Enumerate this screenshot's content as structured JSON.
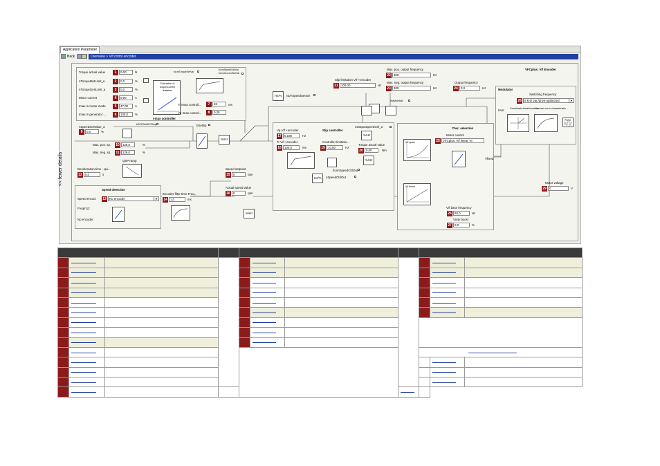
{
  "window": {
    "tab_title": "Application Parameter",
    "back_label": "Back",
    "address": "Overview > V/f cotrol encoder",
    "side_toggle": "<< fewer details",
    "title": "VFCplus: V/f Encoder"
  },
  "imax": {
    "title": "I-max controller",
    "rows": [
      {
        "label": "Torque actual value",
        "num": "1",
        "value": "0,00",
        "unit": "N"
      },
      {
        "label": "nTorqueMotLimit_a",
        "num": "2",
        "value": "0,0",
        "unit": "%"
      },
      {
        "label": "nTorqueGenLimit_a",
        "num": "3",
        "value": "0,0",
        "unit": "%"
      },
      {
        "label": "Motor current",
        "num": "4",
        "value": "0,00",
        "unit": "A"
      },
      {
        "label": "Imax in motor mode",
        "num": "5",
        "value": "47,00",
        "unit": "A"
      },
      {
        "label": "Imax in generator ...",
        "num": "6",
        "value": "100,0",
        "unit": "%"
      }
    ],
    "eval_box": "Evaluation of torque/current limitation",
    "sig_torque": "bLimTorqueSetVal",
    "sig_speed": "bLimSpeedSetVal",
    "sig_current": "bLimCurrentSetVal",
    "tr_label": "Tr Imax controll...",
    "tr_num": "7",
    "tr_value": "65",
    "tr_unit": "ms",
    "vp_label": "Vp Imax control...",
    "vp_num": "8",
    "vp_value": "0,25"
  },
  "speed_setpoint": {
    "sig_in": "nSpeedSetValue_a",
    "num": "9",
    "value": "0,0",
    "unit": "%",
    "sig_inhibit": "bRFG0/bRFGStop",
    "sig_reset": "bSetBp",
    "max_pos_label": "Max. pos. sp.",
    "max_pos_num": "10",
    "max_pos_value": "129,0",
    "max_neg_label": "Max. neg. sp.",
    "max_neg_num": "11",
    "max_neg_value": "129,0",
    "unit_pct": "%",
    "qsp_label": "QSP ramp",
    "decel_label": "Deceleration time - qui...",
    "decel_num": "12",
    "decel_value": "5,0",
    "decel_unit": "s"
  },
  "speed_detection": {
    "title": "Speed detection",
    "encod_label": "Speed encod.",
    "encod_num": "13",
    "encod_value": "No encoder",
    "freq_label": "FreqIn12",
    "no_enc_label": "No encoder",
    "filter_label": "Encoder filter time Freq...",
    "filter_num": "14",
    "filter_value": "1,0",
    "filter_unit": "ms"
  },
  "speed_values": {
    "setpoint_label": "Speed setpoint",
    "setpoint_num": "15",
    "setpoint_value": "0",
    "setpoint_unit": "rpm",
    "actual_label": "Actual speed value",
    "actual_num": "16",
    "actual_value": "0",
    "actual_unit": "rpm"
  },
  "slip": {
    "limit_label": "Slip limitation V/f +encoder",
    "limit_num": "21",
    "limit_value": "100,00",
    "limit_unit": "Hz",
    "sig_n": "nDTSpeedSetVal",
    "title": "Slip controller",
    "vp_label": "Vp V/f +encoder",
    "vp_num": "17",
    "vp_value": "0,180",
    "vp_unit": "Hz",
    "tr_label": "Tr V/f +encoder",
    "tr_num": "18",
    "tr_value": "100,0",
    "tr_unit": "ms",
    "ctrl_lim_label": "Controller limitatio...",
    "ctrl_lim_num": "19",
    "ctrl_lim_value": "10,00",
    "ctrl_lim_unit": "Hz",
    "sig_out": "nOutputSpeedCtrl_a",
    "torque_label": "Torque actual value",
    "torque_num": "20",
    "torque_value": "0,00",
    "torque_unit": "Nm",
    "sig_limctrl": "bLimSpeedCtrlOut",
    "sig_nset": "nSpeedCtrlOut",
    "sig_dcb": "bMMotHold"
  },
  "output_freq": {
    "max_pos_label": "Max. pos. output frequency",
    "max_pos_num": "22",
    "max_pos_value": "300",
    "max_neg_label": "Max. neg. output frequency",
    "max_neg_num": "23",
    "max_neg_value": "300",
    "unit": "Hz",
    "out_label": "Output frequency",
    "out_num": "24",
    "out_value": "0,0",
    "out_unit": "Hz"
  },
  "char_selection": {
    "title": "Char. selection",
    "motor_ctrl_label": "Motor control",
    "motor_ctrl_num": "25",
    "motor_ctrl_value": "VFCplus: V/f linear +e",
    "vf_quad": "V/f quad",
    "vf_linear": "V/f linear",
    "base_freq_label": "V/f base frequency",
    "base_freq_num": "26",
    "base_freq_value": "50,0",
    "base_freq_unit": "Hz",
    "vmin_label": "Vmin boost",
    "vmin_num": "27",
    "vmin_value": "0,0",
    "vmin_unit": "%",
    "vfixed": "Vfixed"
  },
  "modulator": {
    "title": "Modulator",
    "switch_label": "Switching frequency",
    "switch_num": "28",
    "switch_value": "8 kHz var./drive-optimized",
    "imot_label": "Imot",
    "coord_label": "Coordinate transformation",
    "inverter_label": "Inverter error characteristic",
    "pwm_label": "PWM"
  },
  "motor_voltage": {
    "label": "Motor voltage",
    "num": "29",
    "value": "0",
    "unit": "V"
  },
  "colors": {
    "accent": "#1f3fa0",
    "marker": "#8b1a1a",
    "header": "#3a3a3a",
    "row_even": "#efefdc"
  }
}
